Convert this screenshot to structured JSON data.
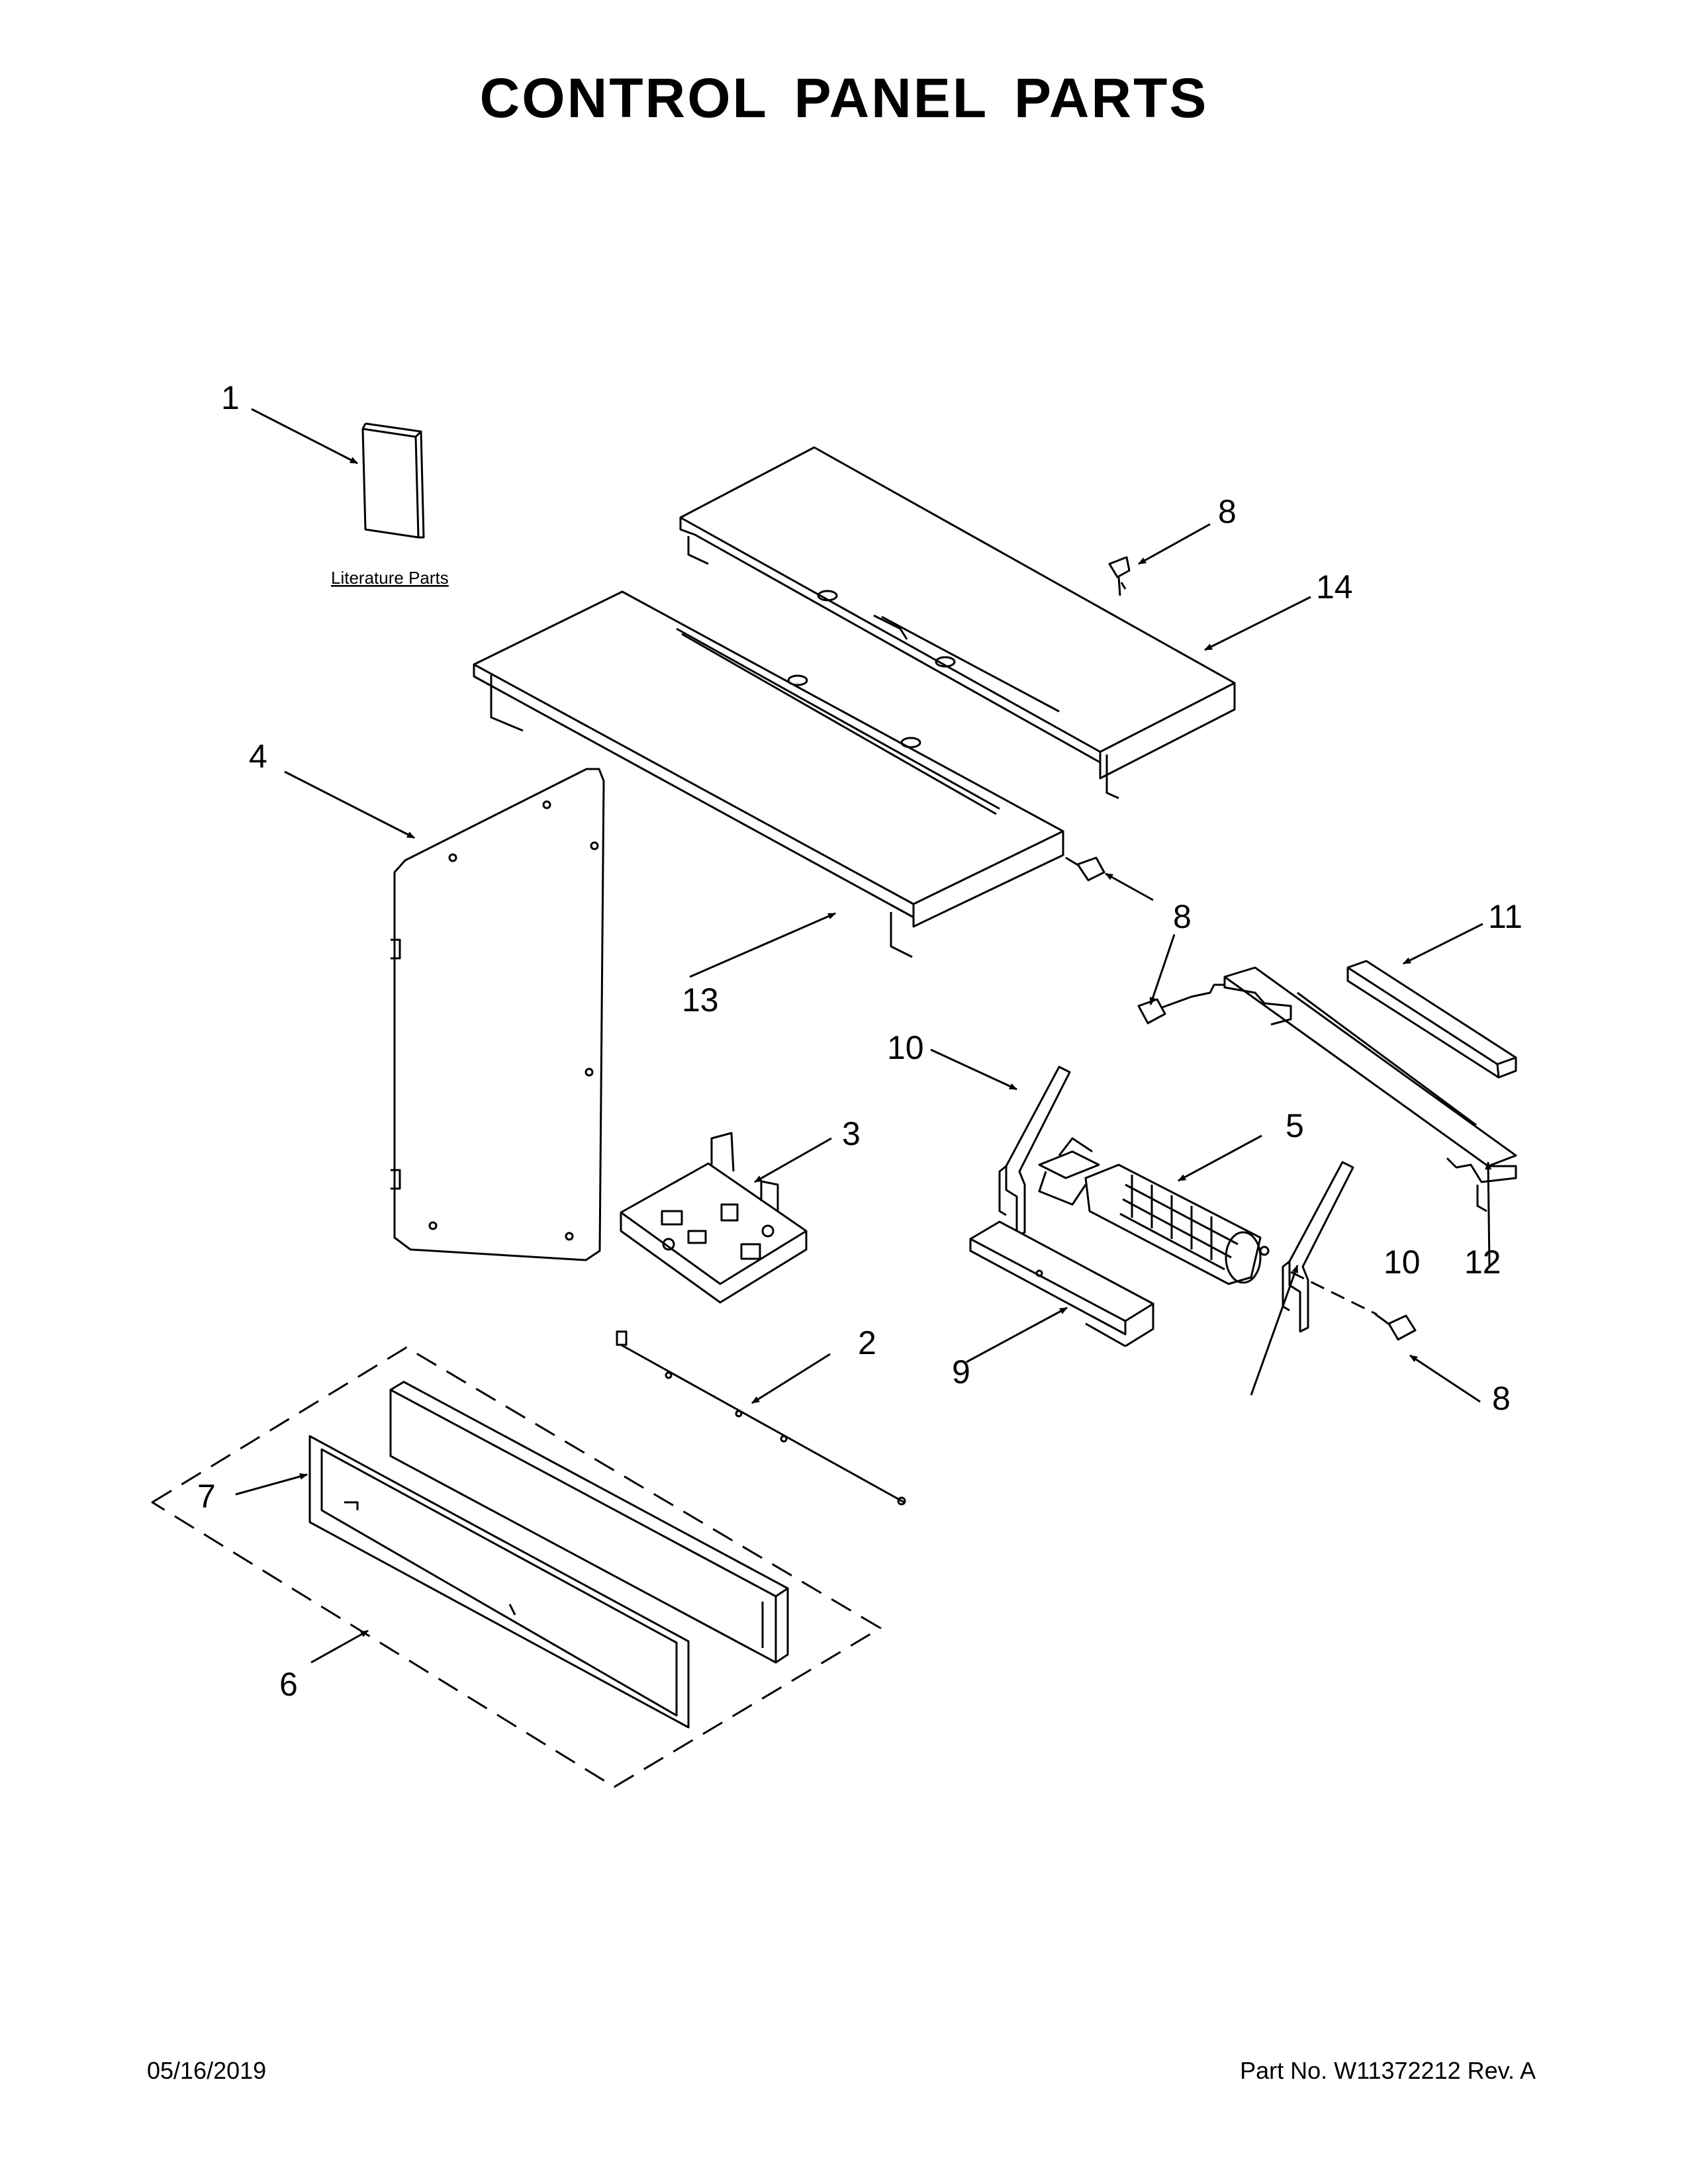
{
  "title": "CONTROL PANEL PARTS",
  "literature_label": "Literature Parts",
  "callouts": {
    "c1": "1",
    "c2": "2",
    "c3": "3",
    "c4": "4",
    "c5": "5",
    "c6": "6",
    "c7": "7",
    "c8a": "8",
    "c8b": "8",
    "c8c": "8",
    "c8d": "8",
    "c9": "9",
    "c10a": "10",
    "c10b": "10",
    "c11": "11",
    "c12": "12",
    "c13": "13",
    "c14": "14"
  },
  "footer": {
    "date": "05/16/2019",
    "part_no": "Part No.  W11372212  Rev.  A"
  }
}
